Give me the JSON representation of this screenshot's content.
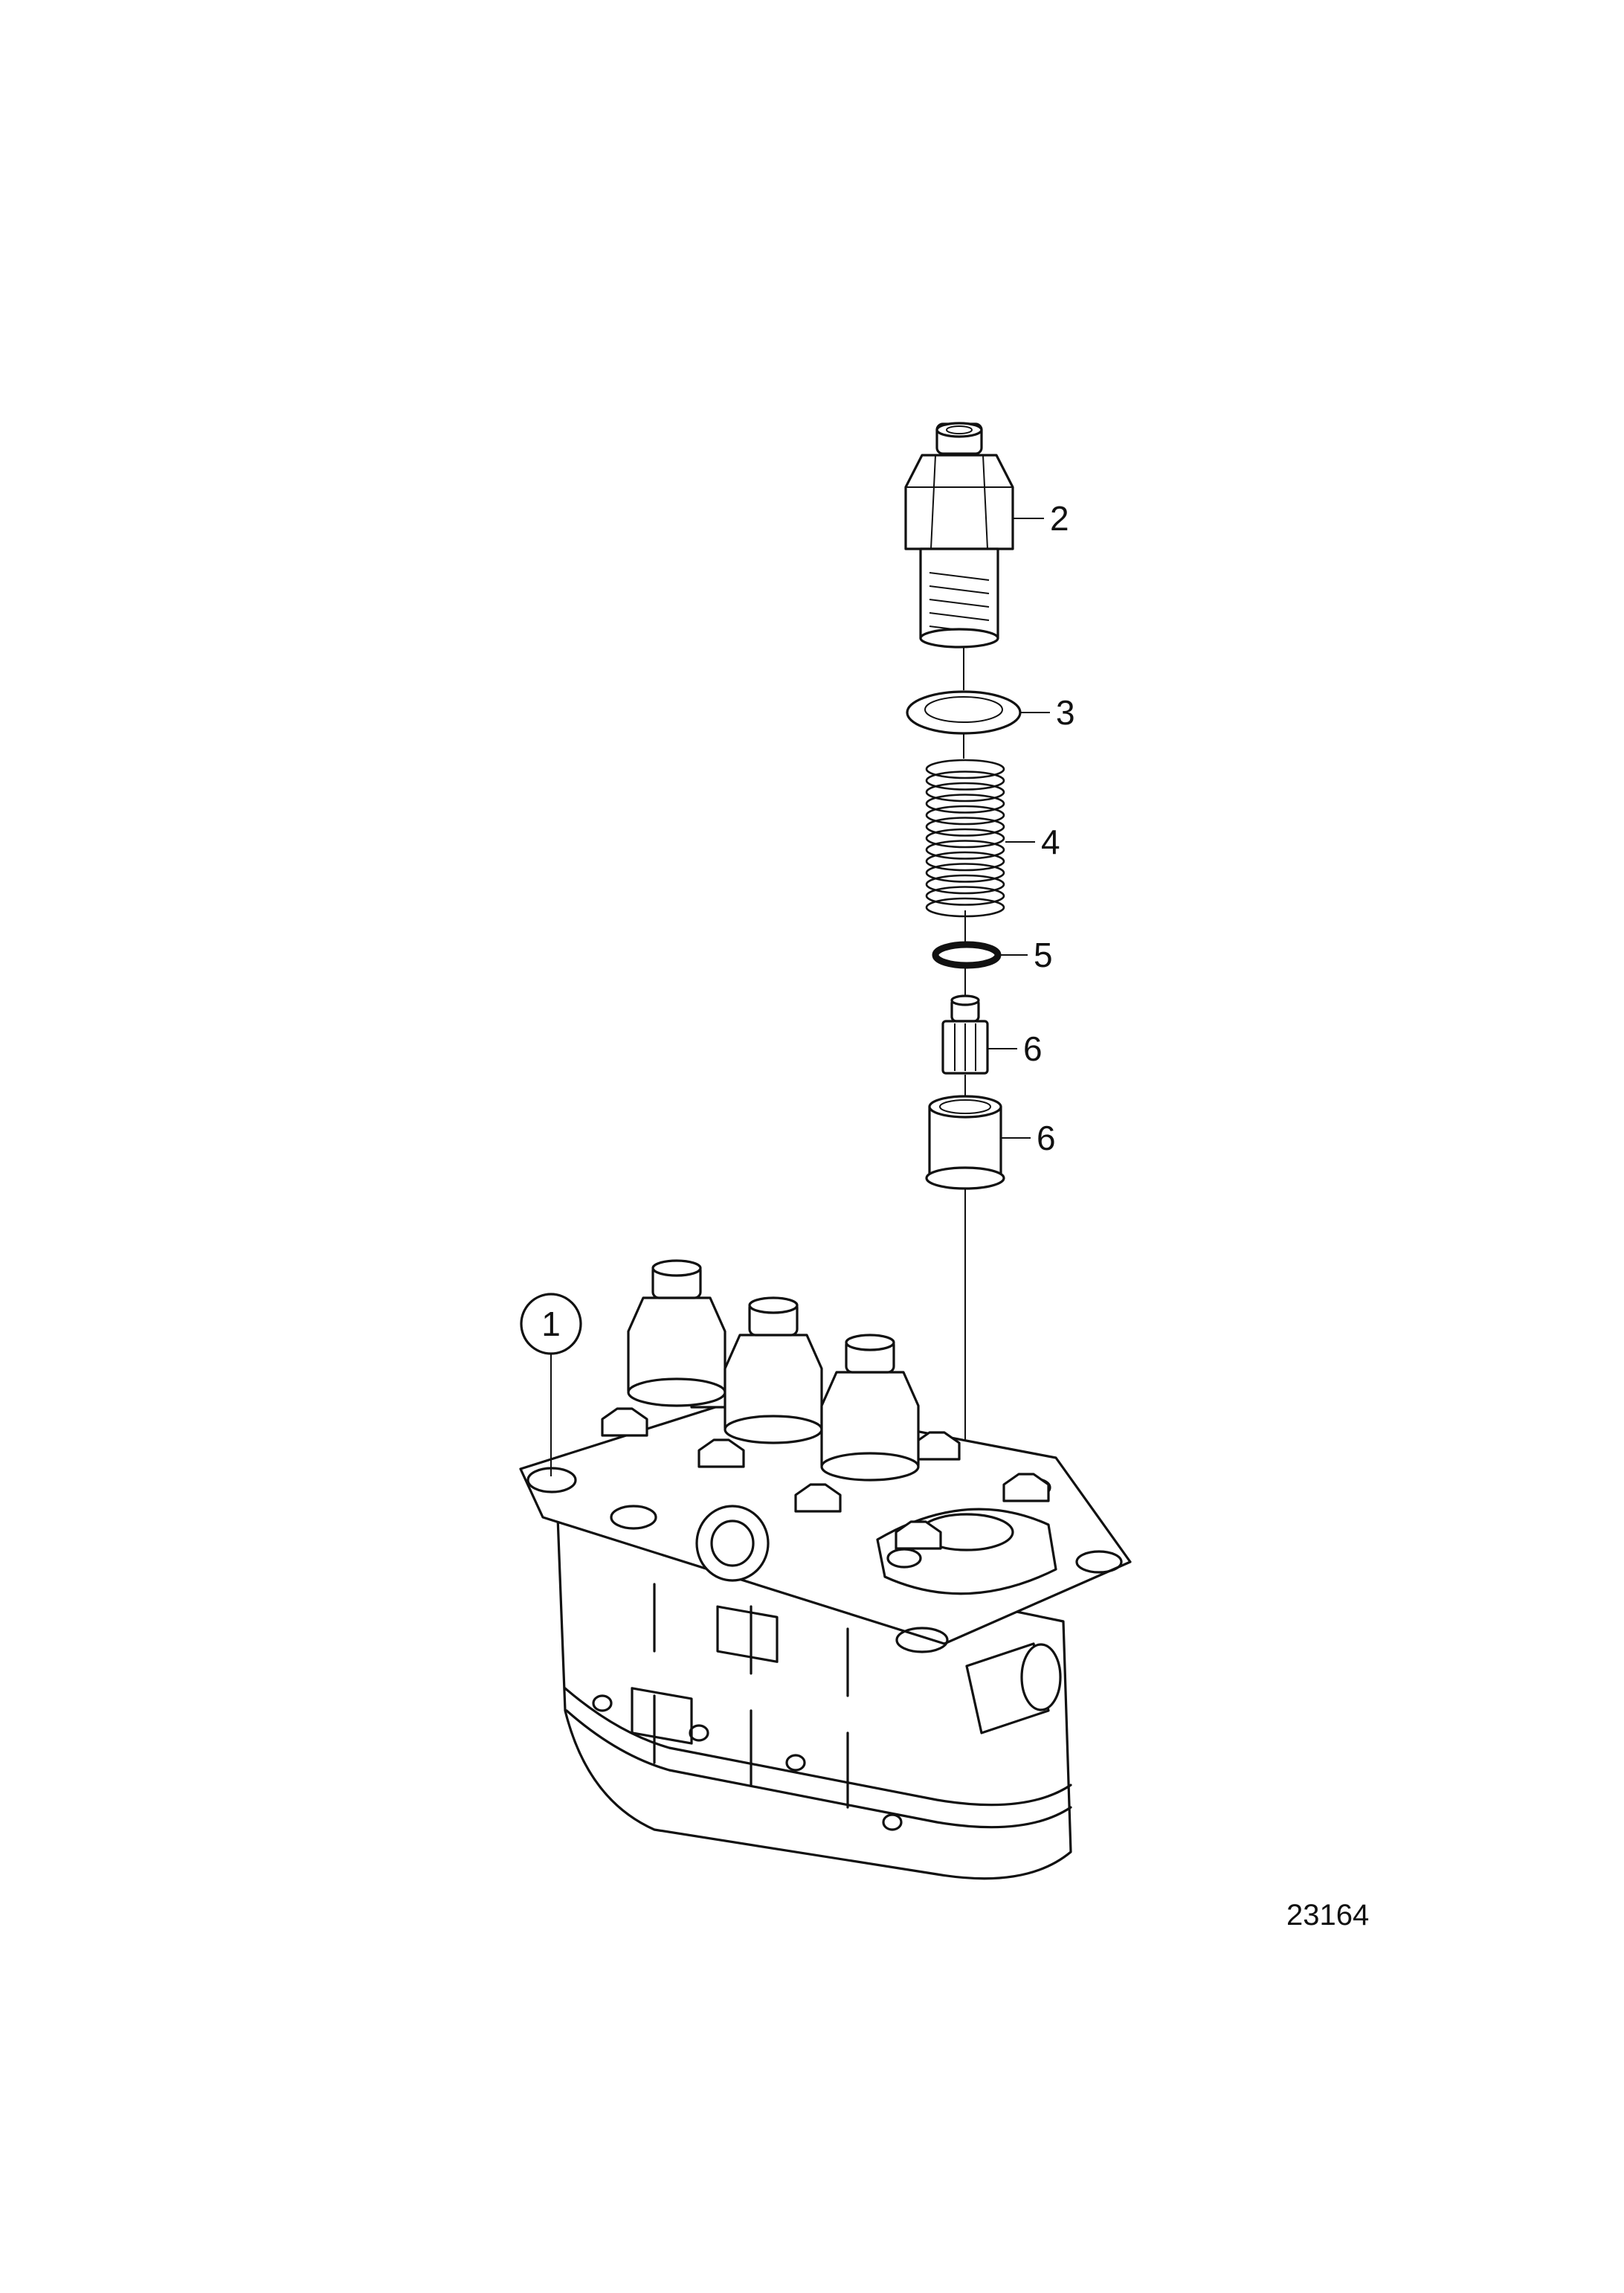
{
  "callouts": [
    {
      "id": "1",
      "label": "1"
    },
    {
      "id": "2",
      "label": "2"
    },
    {
      "id": "3",
      "label": "3"
    },
    {
      "id": "4",
      "label": "4"
    },
    {
      "id": "5",
      "label": "5"
    },
    {
      "id": "6a",
      "label": "6"
    },
    {
      "id": "6b",
      "label": "6"
    }
  ],
  "figure_number": "23164"
}
